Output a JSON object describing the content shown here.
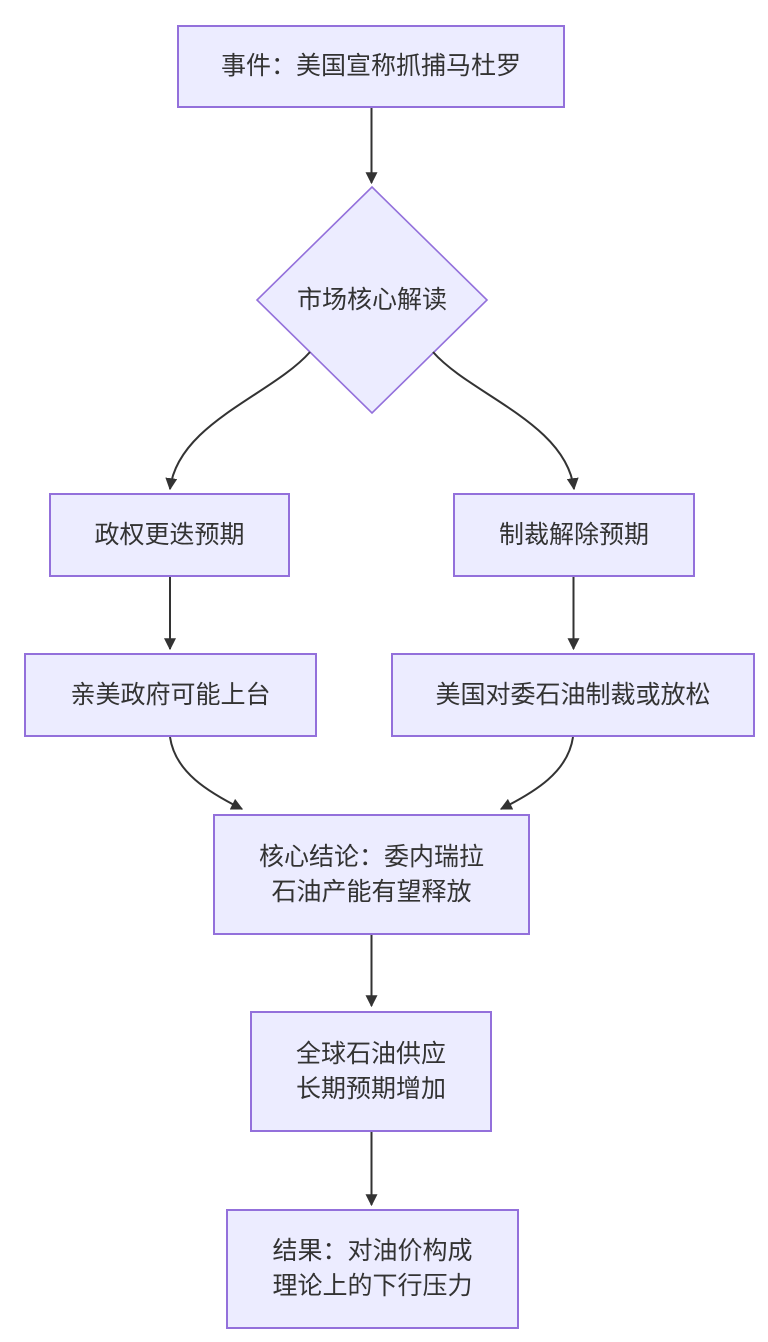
{
  "diagram": {
    "type": "flowchart",
    "direction": "top-down",
    "colors": {
      "background": "#ffffff",
      "node_fill": "#ECECFF",
      "node_border": "#9370DB",
      "text_color": "#333333",
      "arrow_color": "#333333"
    },
    "nodes": [
      {
        "id": "event",
        "shape": "rect",
        "lines": [
          "事件：美国宣称抓捕马杜罗"
        ]
      },
      {
        "id": "market-interpretation",
        "shape": "diamond",
        "lines": [
          "市场核心解读"
        ]
      },
      {
        "id": "regime-change-expectation",
        "shape": "rect",
        "lines": [
          "政权更迭预期"
        ]
      },
      {
        "id": "sanctions-lift-expectation",
        "shape": "rect",
        "lines": [
          "制裁解除预期"
        ]
      },
      {
        "id": "pro-us-government",
        "shape": "rect",
        "lines": [
          "亲美政府可能上台"
        ]
      },
      {
        "id": "us-oil-sanctions-relax",
        "shape": "rect",
        "lines": [
          "美国对委石油制裁或放松"
        ]
      },
      {
        "id": "core-conclusion",
        "shape": "rect",
        "lines": [
          "核心结论：委内瑞拉",
          "石油产能有望释放"
        ]
      },
      {
        "id": "global-oil-supply",
        "shape": "rect",
        "lines": [
          "全球石油供应",
          "长期预期增加"
        ]
      },
      {
        "id": "result",
        "shape": "rect",
        "lines": [
          "结果：对油价构成",
          "理论上的下行压力"
        ]
      }
    ],
    "edges": [
      {
        "from": "event",
        "to": "market-interpretation"
      },
      {
        "from": "market-interpretation",
        "to": "regime-change-expectation"
      },
      {
        "from": "market-interpretation",
        "to": "sanctions-lift-expectation"
      },
      {
        "from": "regime-change-expectation",
        "to": "pro-us-government"
      },
      {
        "from": "sanctions-lift-expectation",
        "to": "us-oil-sanctions-relax"
      },
      {
        "from": "pro-us-government",
        "to": "core-conclusion"
      },
      {
        "from": "us-oil-sanctions-relax",
        "to": "core-conclusion"
      },
      {
        "from": "core-conclusion",
        "to": "global-oil-supply"
      },
      {
        "from": "global-oil-supply",
        "to": "result"
      }
    ]
  }
}
